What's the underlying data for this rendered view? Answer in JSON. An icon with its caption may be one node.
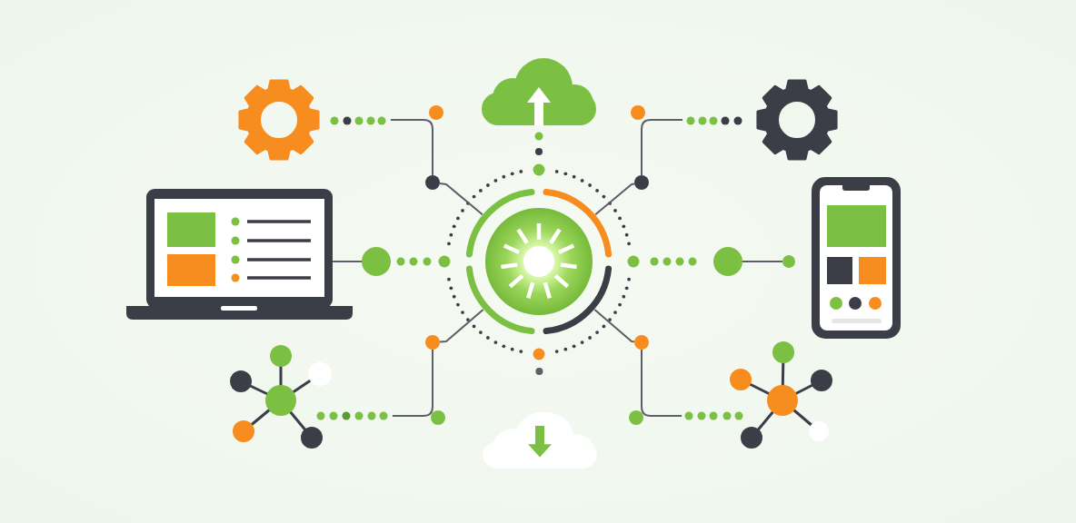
{
  "diagram": {
    "nodes": [
      {
        "text": [],
        "shape": "picture"
      },
      {
        "text": [],
        "shape": "cloud"
      },
      {
        "text": [],
        "shape": "picture"
      },
      {
        "text": [],
        "shape": "circle"
      },
      {
        "text": [],
        "shape": "circle"
      },
      {
        "text": [],
        "shape": "picture"
      },
      {
        "text": [],
        "shape": "circle"
      },
      {
        "text": [],
        "shape": "circle"
      },
      {
        "text": [],
        "shape": "circle"
      },
      {
        "text": [],
        "shape": "picture"
      },
      {
        "text": [],
        "shape": "circle"
      },
      {
        "text": [],
        "shape": "circle"
      },
      {
        "text": [],
        "shape": "picture"
      },
      {
        "text": [],
        "shape": "cloud"
      },
      {
        "text": [],
        "shape": "picture"
      }
    ],
    "edges": [
      {
        "from": 7,
        "to": 3,
        "arrow": "none"
      },
      {
        "from": 3,
        "to": 0,
        "arrow": "none"
      },
      {
        "from": 7,
        "to": 1,
        "arrow": "none",
        "color": "#7cc043"
      },
      {
        "from": 7,
        "to": 4,
        "arrow": "none"
      },
      {
        "from": 4,
        "to": 2,
        "arrow": "none"
      },
      {
        "from": 7,
        "to": 6,
        "arrow": "none",
        "color": "#7cc043"
      },
      {
        "from": 6,
        "to": 5,
        "arrow": "none"
      },
      {
        "from": 7,
        "to": 8,
        "arrow": "none",
        "color": "#7cc043"
      },
      {
        "from": 8,
        "to": 9,
        "arrow": "none"
      },
      {
        "from": 7,
        "to": 10,
        "arrow": "none"
      },
      {
        "from": 10,
        "to": 12,
        "arrow": "none"
      },
      {
        "from": 7,
        "to": 13,
        "arrow": "none"
      },
      {
        "from": 7,
        "to": 11,
        "arrow": "none"
      },
      {
        "from": 11,
        "to": 14,
        "arrow": "none"
      }
    ]
  }
}
